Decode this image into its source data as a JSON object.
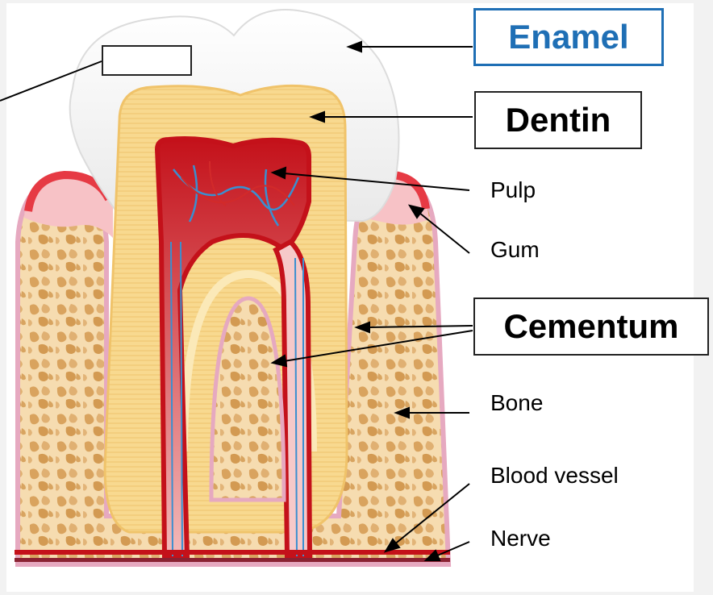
{
  "labels": {
    "enamel": "Enamel",
    "dentin": "Dentin",
    "pulp": "Pulp",
    "gum": "Gum",
    "cementum": "Cementum",
    "bone": "Bone",
    "blood_vessel": "Blood vessel",
    "nerve": "Nerve",
    "blank": ""
  },
  "colors": {
    "enamel_box": "#1f6fb5",
    "dentin": "#f5d48a",
    "pulp": "#c8161d",
    "gum": "#e8404a",
    "bone": "#f2cf9a",
    "vessel_blue": "#3a8fd0"
  }
}
